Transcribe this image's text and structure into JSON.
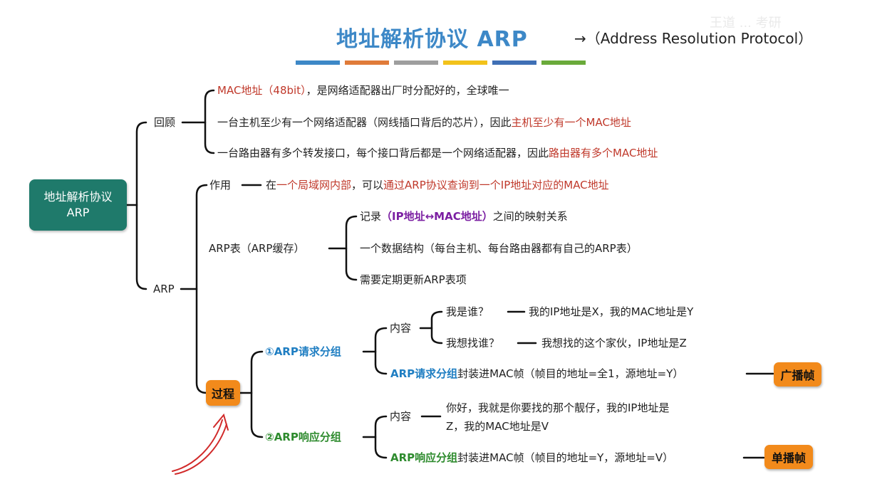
{
  "title": "地址解析协议 ARP",
  "subtitle": "→（Address Resolution Protocol）",
  "title_bar_colors": [
    "#3d88c7",
    "#e07b39",
    "#9e9e9e",
    "#f2c21b",
    "#3f6fb5",
    "#6aaa3a"
  ],
  "watermark": "王道 ... 考研",
  "root": {
    "line1": "地址解析协议",
    "line2": "ARP"
  },
  "review": {
    "label": "回顾",
    "item1": {
      "red": "MAC地址（48bit）",
      "rest": "，是网络适配器出厂时分配好的，全球唯一"
    },
    "item2": {
      "text": "一台主机至少有一个网络适配器（网线插口背后的芯片），因此",
      "red": "主机至少有一个MAC地址"
    },
    "item3": {
      "text": "一台路由器有多个转发接口，每个接口背后都是一个网络适配器，因此",
      "red": "路由器有多个MAC地址"
    }
  },
  "arp": {
    "label": "ARP",
    "role": {
      "label": "作用",
      "pre": "在",
      "red1": "一个局域网内部",
      "mid": "，可以",
      "red2": "通过ARP协议查询到一个IP地址对应的MAC地址"
    },
    "table": {
      "label": "ARP表（ARP缓存）",
      "item1": {
        "pre": "记录",
        "purple": "（IP地址↔MAC地址）",
        "post": "之间的映射关系"
      },
      "item2": "一个数据结构（每台主机、每台路由器都有自己的ARP表）",
      "item3": "需要定期更新ARP表项"
    },
    "process": {
      "label": "过程",
      "request": {
        "label": "①ARP请求分组",
        "content_label": "内容",
        "q1": "我是谁？",
        "a1": "我的IP地址是X，我的MAC地址是Y",
        "q2": "我想找谁？",
        "a2": "我想找的这个家伙，IP地址是Z",
        "encap_colored": "ARP请求分组",
        "encap_rest": "封装进MAC帧（帧目的地址=全1，源地址=Y）",
        "tag": "广播帧"
      },
      "response": {
        "label": "②ARP响应分组",
        "content_label": "内容",
        "content_line1": "你好，我就是你要找的那个靓仔，我的IP地址是",
        "content_line2": "Z，我的MAC地址是V",
        "encap_colored": "ARP响应分组",
        "encap_rest": "封装进MAC帧（帧目的地址=Y，源地址=V）",
        "tag": "单播帧"
      }
    }
  }
}
